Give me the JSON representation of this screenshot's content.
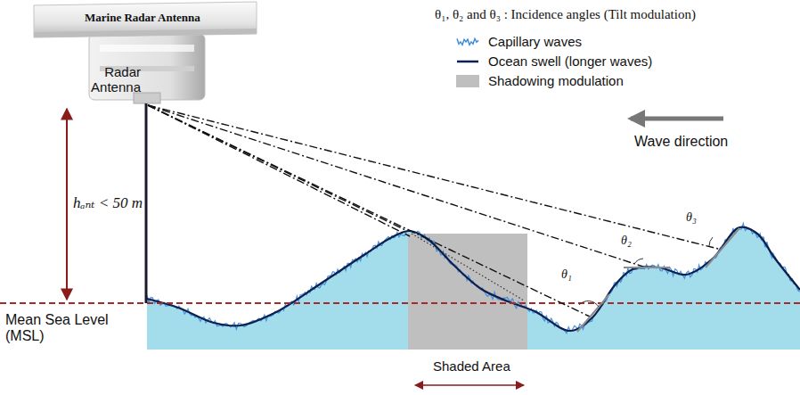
{
  "diagram": {
    "labels": [
      "Marine Radar Antenna",
      "Radar Antenna",
      "hₐₙₜ < 50 m",
      "Mean Sea Level (MSL)",
      "θ₁, θ₂ and θ₃ : Incidence angles (Tilt modulation)",
      "Wave direction",
      "θ₁",
      "θ₂",
      "θ₃",
      "Shaded Area"
    ],
    "legend": [
      {
        "text": "Capillary waves"
      },
      {
        "text": "Ocean swell (longer waves)"
      },
      {
        "text": "Shadowing modulation",
        "color": "#bfbfbf"
      }
    ]
  }
}
